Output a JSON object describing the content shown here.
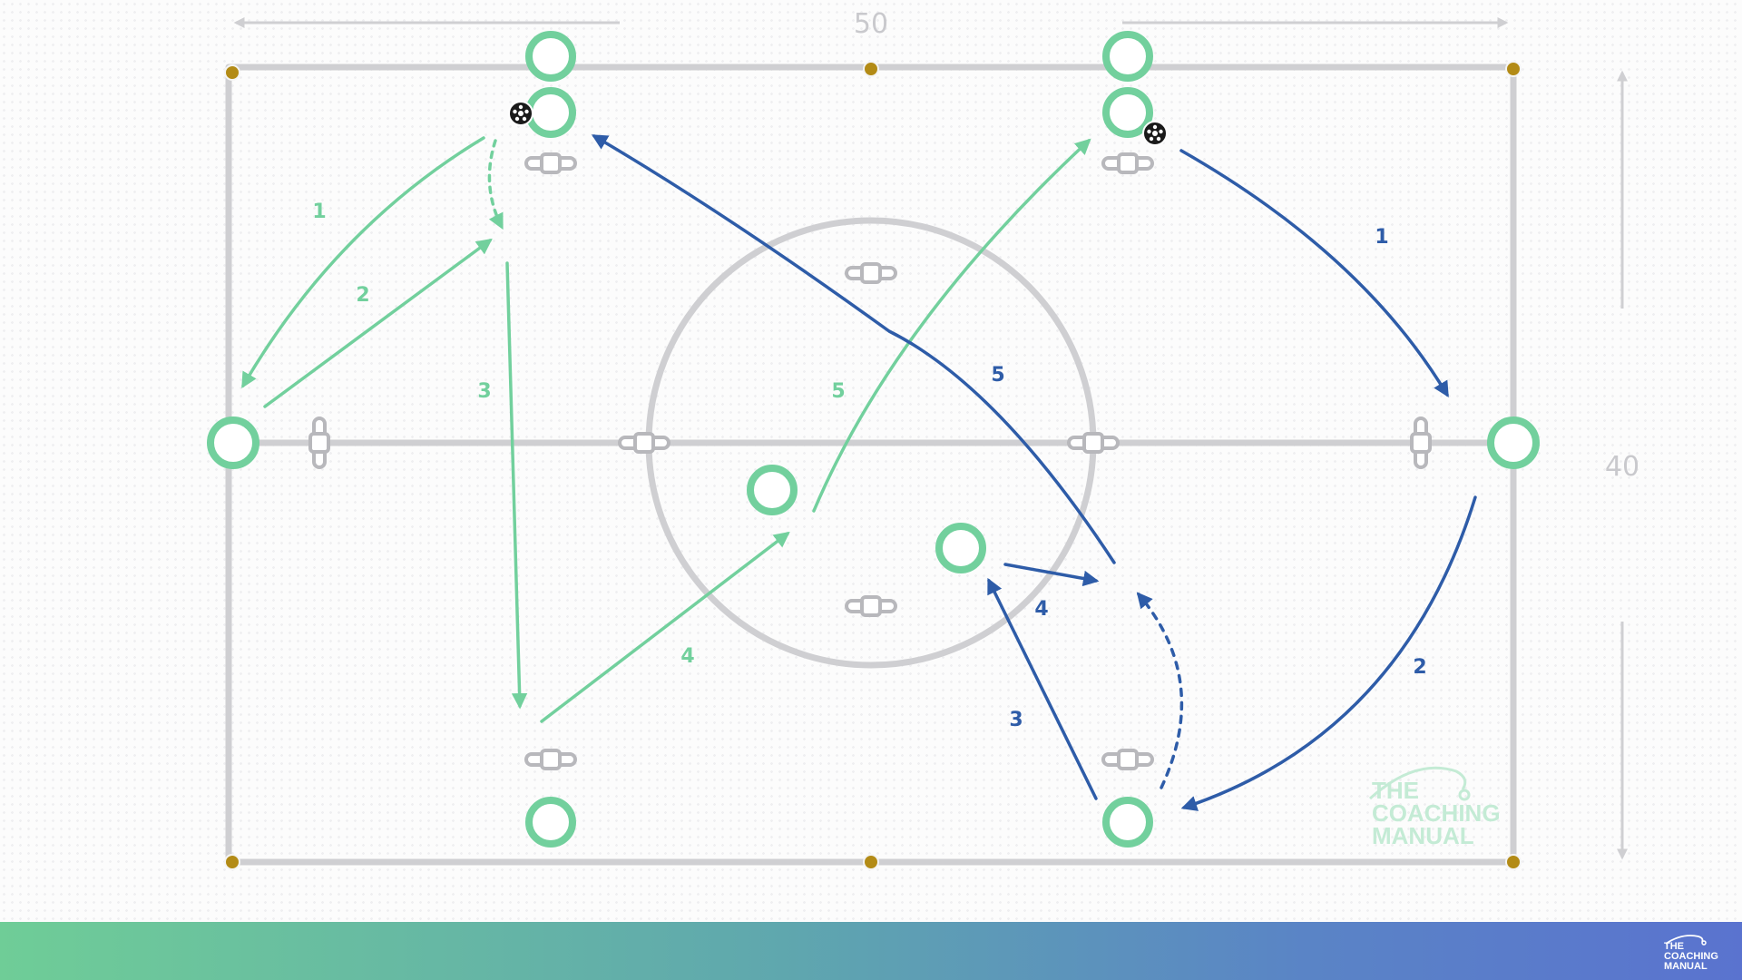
{
  "dimensions": {
    "width_label": "50",
    "height_label": "40"
  },
  "colors": {
    "field_lines": "#cfcfd2",
    "team_green": "#72d09d",
    "team_blue": "#2e5ca8",
    "corner_dot": "#b38b16",
    "ball": "#1a1a1a"
  },
  "green_sequence": {
    "labels": [
      "1",
      "2",
      "3",
      "4",
      "5"
    ]
  },
  "blue_sequence": {
    "labels": [
      "1",
      "2",
      "3",
      "4",
      "5"
    ]
  },
  "watermark": {
    "line1": "THE",
    "line2": "COACHING",
    "line3": "MANUAL"
  },
  "footer_logo": {
    "line1": "THE",
    "line2": "COACHING",
    "line3": "MANUAL"
  }
}
